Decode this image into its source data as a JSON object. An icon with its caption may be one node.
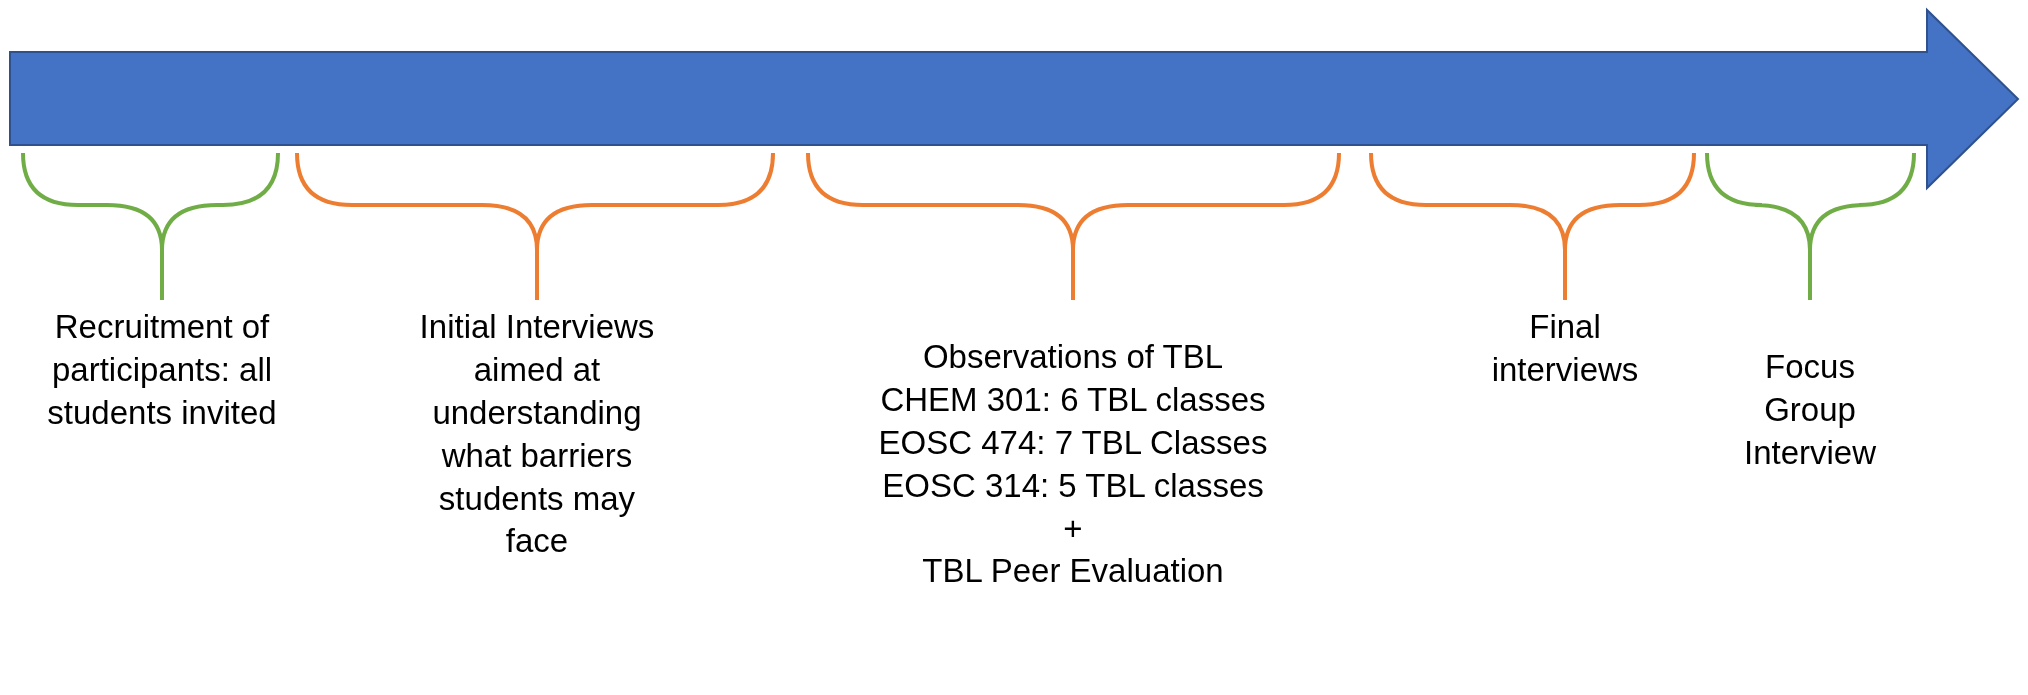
{
  "diagram": {
    "nodes": [
      {
        "text": [
          "Recruitment of participants: all students invited"
        ]
      },
      {
        "text": [
          "Initial Interviews aimed at understanding what barriers students may face"
        ]
      },
      {
        "text": [
          "Observations of TBL",
          "CHEM 301: 6 TBL classes",
          "EOSC 474: 7 TBL Classes",
          "EOSC 314: 5 TBL classes",
          "+",
          "TBL Peer Evaluation"
        ]
      },
      {
        "text": [
          "Final interviews"
        ]
      },
      {
        "text": [
          "Focus Group Interview"
        ]
      }
    ]
  }
}
